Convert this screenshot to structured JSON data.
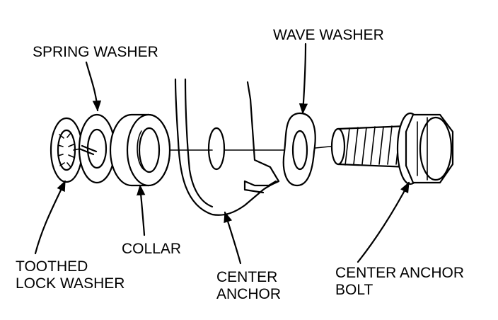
{
  "labels": {
    "spring_washer": "SPRING WASHER",
    "wave_washer": "WAVE WASHER",
    "collar": "COLLAR",
    "toothed_lock_washer_line1": "TOOTHED",
    "toothed_lock_washer_line2": "LOCK WASHER",
    "center_anchor_line1": "CENTER",
    "center_anchor_line2": "ANCHOR",
    "center_anchor_bolt_line1": "CENTER ANCHOR",
    "center_anchor_bolt_line2": "BOLT"
  }
}
